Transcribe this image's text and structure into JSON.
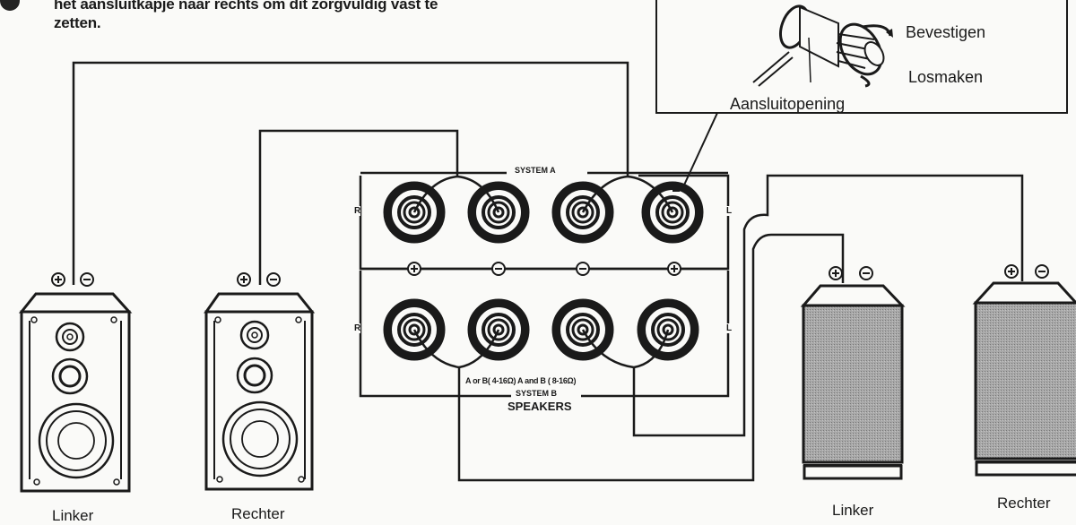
{
  "instruction": {
    "line1": "het aansluitkapje naar rechts om dit zorgvuldig vast te",
    "line2": "zetten."
  },
  "inset": {
    "tighten_label": "Bevestigen",
    "loosen_label": "Losmaken",
    "opening_label": "Aansluitopening"
  },
  "panel": {
    "system_a_label": "SYSTEM A",
    "system_b_label": "SYSTEM B",
    "speakers_label": "SPEAKERS",
    "impedance_label": "A or B( 4-16Ω) A  and B ( 8-16Ω)",
    "right_label": "R",
    "left_label": "L",
    "polarity": [
      "+",
      "−",
      "−",
      "+"
    ]
  },
  "speakers": {
    "system_a_left": "Linker",
    "system_a_right": "Rechter",
    "system_b_left": "Linker",
    "system_b_right": "Rechter"
  },
  "colors": {
    "ink": "#1a1a1a",
    "grille": "#9a9a9a",
    "paper": "#fafaf8"
  }
}
